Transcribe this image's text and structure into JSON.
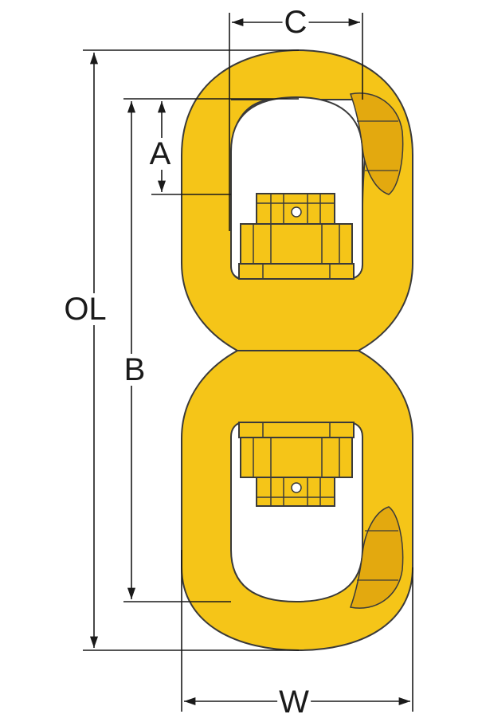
{
  "labels": {
    "c": "C",
    "a": "A",
    "ol": "OL",
    "b": "B",
    "w": "W"
  },
  "colors": {
    "gold": "#F5C518",
    "gold_dark": "#E3A90F",
    "outline": "#3a3a3a",
    "dimension": "#1a1a1a"
  }
}
